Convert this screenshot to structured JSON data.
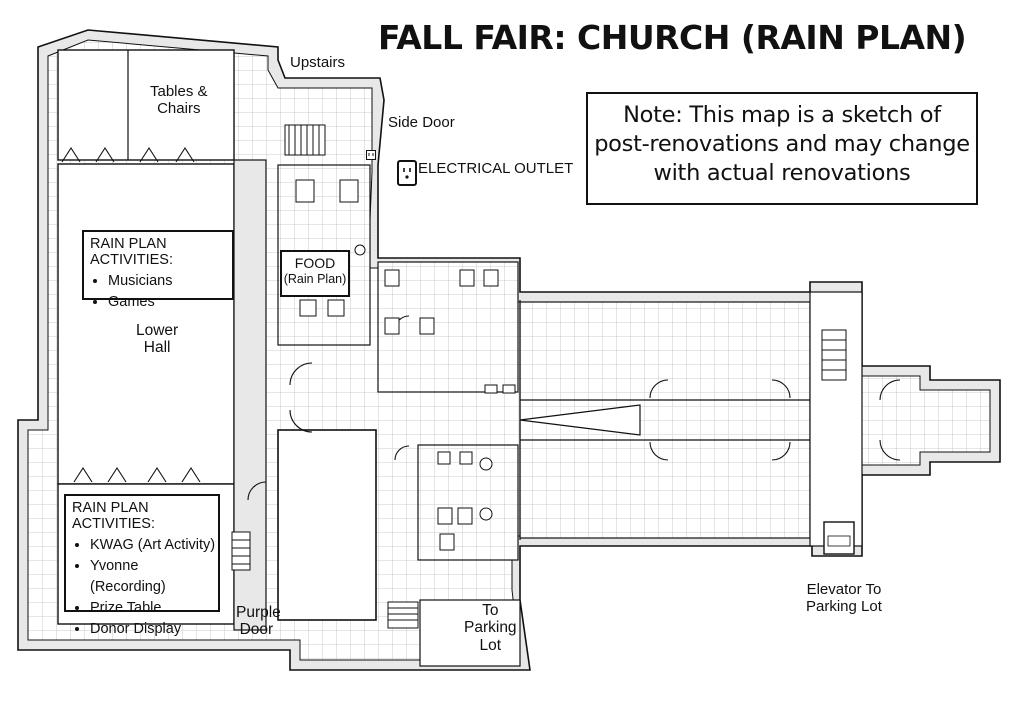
{
  "title": "FALL FAIR: CHURCH (RAIN PLAN)",
  "note": {
    "line1": "Note: This map is a sketch of",
    "line2": "post-renovations and may change",
    "line3": "with actual renovations"
  },
  "legend": {
    "outlet_label": "ELECTRICAL OUTLET",
    "outlet_icon": "electrical-outlet-icon"
  },
  "rooms": {
    "tables_chairs": {
      "line1": "Tables &",
      "line2": "Chairs"
    },
    "lower_hall": {
      "line1": "Lower",
      "line2": "Hall"
    },
    "food": {
      "line1": "FOOD",
      "line2": "(Rain Plan)"
    }
  },
  "labels": {
    "upstairs": "Upstairs",
    "side_door": "Side Door",
    "purple_door": {
      "line1": "Purple",
      "line2": "Door"
    },
    "to_parking_lot": {
      "line1": "To",
      "line2": "Parking",
      "line3": "Lot"
    },
    "elevator": {
      "line1": "Elevator To",
      "line2": "Parking Lot"
    }
  },
  "activities_upper": {
    "heading": "RAIN PLAN ACTIVITIES:",
    "items": [
      "Musicians",
      "Games"
    ]
  },
  "activities_lower": {
    "heading": "RAIN PLAN ACTIVITIES:",
    "items": [
      "KWAG (Art Activity)",
      "Yvonne (Recording)",
      "Prize Table",
      "Donor Display"
    ]
  },
  "colors": {
    "wall_fill": "#e8e8e8",
    "line": "#111111",
    "grid": "#bdbdbd",
    "background": "#ffffff"
  }
}
